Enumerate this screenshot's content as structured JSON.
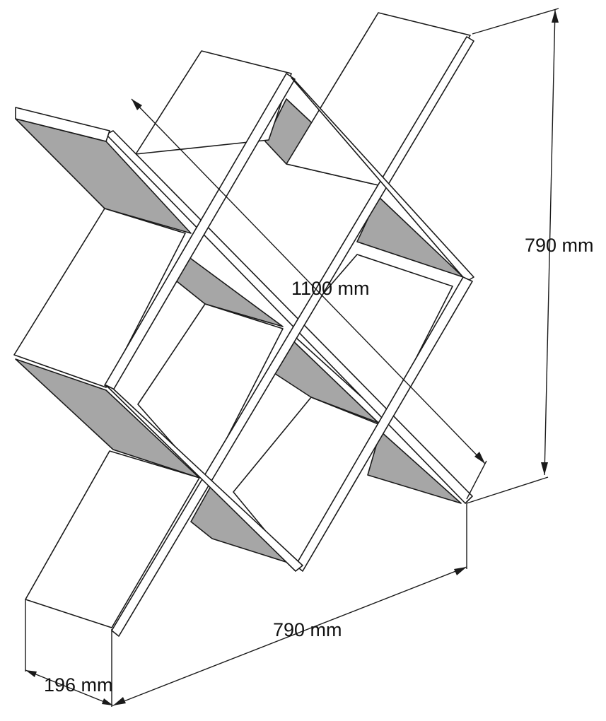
{
  "dimensions": {
    "height": "790 mm",
    "diagonal": "1100 mm",
    "width": "790 mm",
    "depth": "196 mm"
  },
  "colors": {
    "panel_face": "#ffffff",
    "panel_shadow": "#a6a6a6",
    "line": "#1a1a1a"
  }
}
